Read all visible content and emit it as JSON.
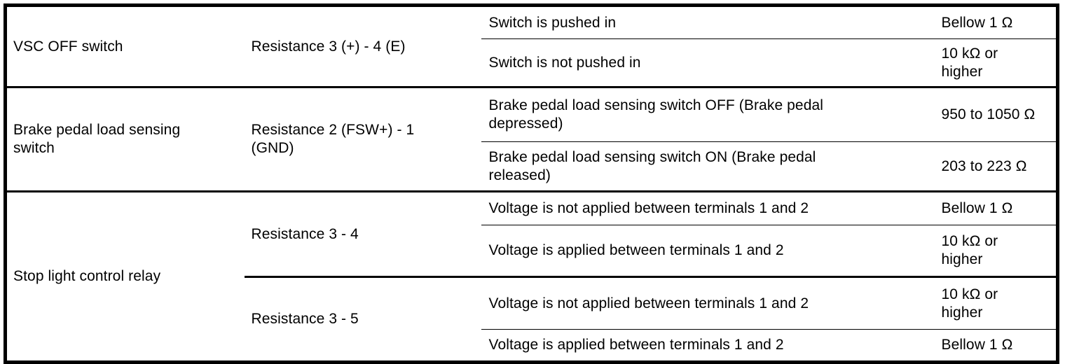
{
  "table": {
    "columns": [
      "component",
      "measurement",
      "condition",
      "specified_condition"
    ],
    "rows": [
      {
        "component": "VSC OFF switch",
        "measurement_groups": [
          {
            "measurement": "Resistance 3 (+) - 4 (E)",
            "conditions": [
              {
                "condition": "Switch is pushed in",
                "spec": "Bellow 1 Ω"
              },
              {
                "condition": "Switch is not pushed in",
                "spec": "10 kΩ or\nhigher"
              }
            ]
          }
        ]
      },
      {
        "component": "Brake pedal load sensing\nswitch",
        "measurement_groups": [
          {
            "measurement": "Resistance 2 (FSW+) - 1\n(GND)",
            "conditions": [
              {
                "condition": "Brake pedal load sensing switch OFF (Brake pedal\ndepressed)",
                "spec": "950 to 1050 Ω"
              },
              {
                "condition": "Brake pedal load sensing switch ON (Brake pedal\nreleased)",
                "spec": "203 to 223 Ω"
              }
            ]
          }
        ]
      },
      {
        "component": "Stop light control relay",
        "measurement_groups": [
          {
            "measurement": "Resistance 3 - 4",
            "conditions": [
              {
                "condition": "Voltage is not applied between terminals 1 and 2",
                "spec": "Bellow 1 Ω"
              },
              {
                "condition": "Voltage is applied between terminals 1 and 2",
                "spec": "10 kΩ or\nhigher"
              }
            ]
          },
          {
            "measurement": "Resistance 3 - 5",
            "conditions": [
              {
                "condition": "Voltage is not applied between terminals 1 and 2",
                "spec": "10 kΩ or\nhigher"
              },
              {
                "condition": "Voltage is applied between terminals 1 and 2",
                "spec": "Bellow 1 Ω"
              }
            ]
          }
        ]
      }
    ]
  },
  "colors": {
    "border": "#000000",
    "text": "#000000",
    "background": "#ffffff"
  }
}
